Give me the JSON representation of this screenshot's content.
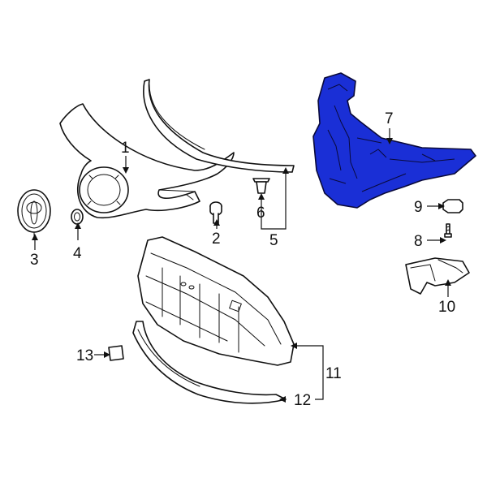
{
  "diagram": {
    "highlight_color": "#1a2fd6",
    "callouts": [
      {
        "id": "1",
        "label": "1"
      },
      {
        "id": "2",
        "label": "2"
      },
      {
        "id": "3",
        "label": "3"
      },
      {
        "id": "4",
        "label": "4"
      },
      {
        "id": "5",
        "label": "5"
      },
      {
        "id": "6",
        "label": "6"
      },
      {
        "id": "7",
        "label": "7"
      },
      {
        "id": "8",
        "label": "8"
      },
      {
        "id": "9",
        "label": "9"
      },
      {
        "id": "10",
        "label": "10"
      },
      {
        "id": "11",
        "label": "11"
      },
      {
        "id": "12",
        "label": "12"
      },
      {
        "id": "13",
        "label": "13"
      }
    ],
    "highlighted_part": "7"
  }
}
